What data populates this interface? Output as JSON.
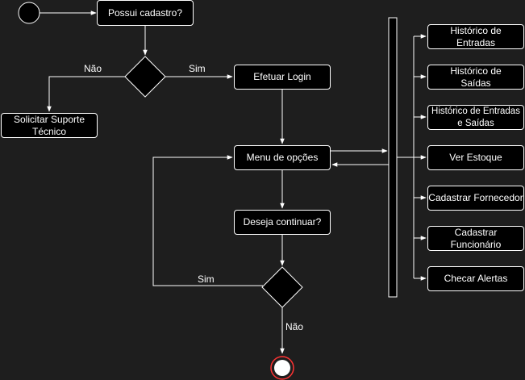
{
  "colors": {
    "background": "#1e1e1e",
    "node_fill": "#000000",
    "stroke": "#ffffff",
    "final_ring": "#ff3333"
  },
  "nodes": {
    "possui_cadastro": "Possui cadastro?",
    "efetuar_login": "Efetuar Login",
    "solicitar_suporte": "Solicitar Suporte Técnico",
    "menu_opcoes": "Menu de opções",
    "deseja_continuar": "Deseja continuar?",
    "historico_entradas": "Histórico de Entradas",
    "historico_saidas": "Histórico de Saídas",
    "historico_entradas_saidas": "Histórico de Entradas e Saídas",
    "ver_estoque": "Ver Estoque",
    "cadastrar_fornecedor": "Cadastrar Fornecedor",
    "cadastrar_funcionario": "Cadastrar Funcionário",
    "checar_alertas": "Checar Alertas"
  },
  "edge_labels": {
    "nao_1": "Não",
    "sim_1": "Sim",
    "sim_2": "Sim",
    "nao_2": "Não"
  }
}
